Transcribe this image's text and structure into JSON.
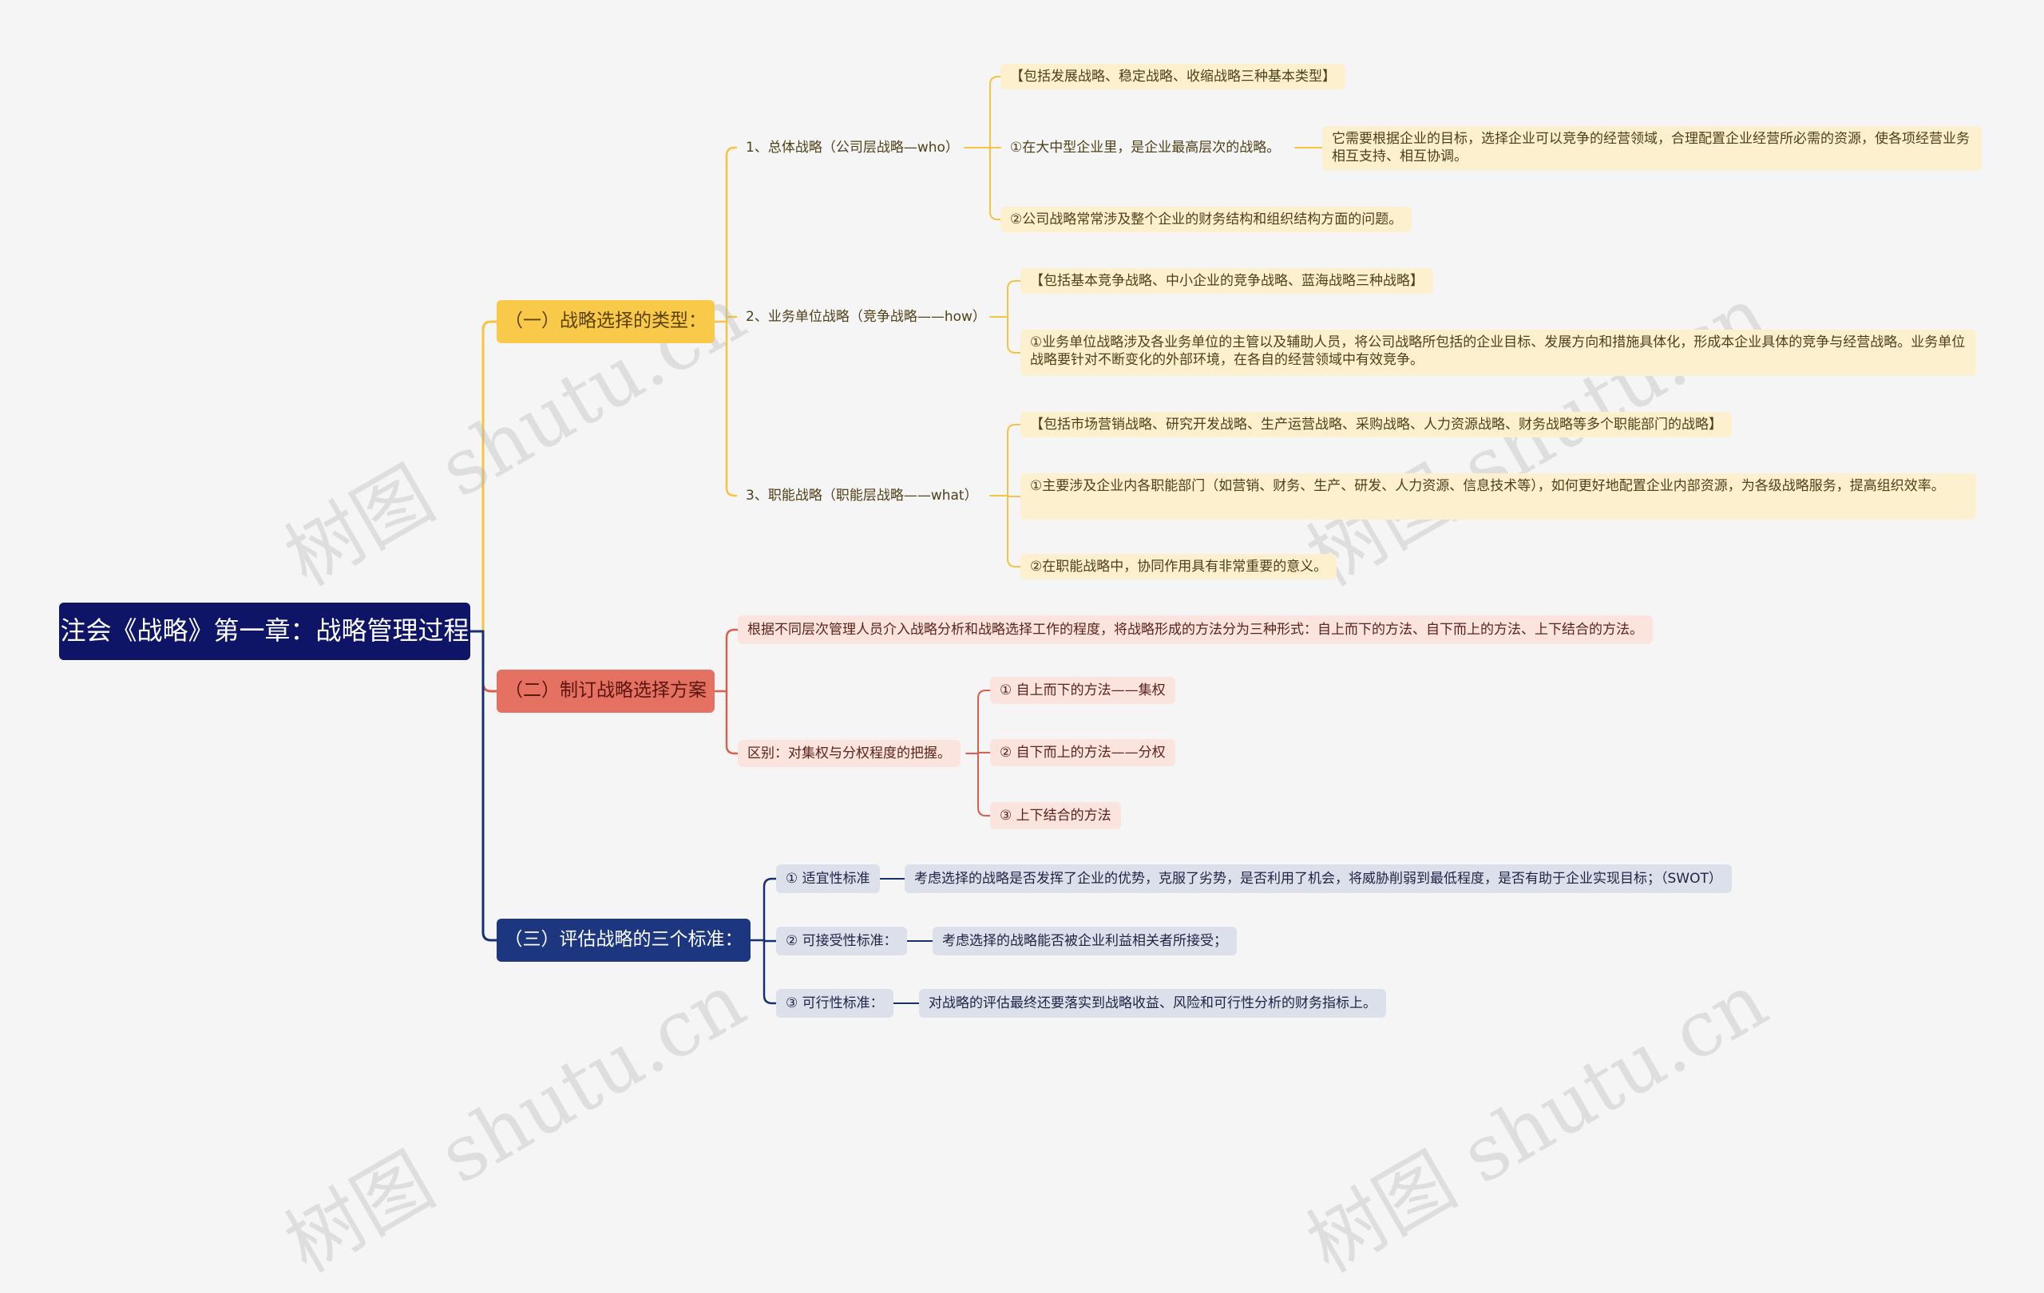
{
  "title": "注会《战略》第一章：战略管理过程",
  "watermark": "树图 shutu.cn",
  "colors": {
    "yellow": "#f6c441",
    "red": "#d9604f",
    "blue": "#17306e",
    "root": "#0e1466"
  },
  "branches": [
    {
      "label": "（一）战略选择的类型：",
      "items": [
        {
          "label": "1、总体战略（公司层战略—who）",
          "notes": [
            "【包括发展战略、稳定战略、收缩战略三种基本类型】",
            "①在大中型企业里，是企业最高层次的战略。",
            "它需要根据企业的目标，选择企业可以竞争的经营领域，合理配置企业经营所必需的资源，使各项经营业务相互支持、相互协调。",
            "②公司战略常常涉及整个企业的财务结构和组织结构方面的问题。"
          ]
        },
        {
          "label": "2、业务单位战略（竞争战略——how）",
          "notes": [
            "【包括基本竞争战略、中小企业的竞争战略、蓝海战略三种战略】",
            "①业务单位战略涉及各业务单位的主管以及辅助人员，将公司战略所包括的企业目标、发展方向和措施具体化，形成本企业具体的竞争与经营战略。业务单位战略要针对不断变化的外部环境，在各自的经营领域中有效竞争。"
          ]
        },
        {
          "label": "3、职能战略（职能层战略——what）",
          "notes": [
            "【包括市场营销战略、研究开发战略、生产运营战略、采购战略、人力资源战略、财务战略等多个职能部门的战略】",
            "①主要涉及企业内各职能部门（如营销、财务、生产、研发、人力资源、信息技术等），如何更好地配置企业内部资源，为各级战略服务，提高组织效率。",
            "②在职能战略中，协同作用具有非常重要的意义。"
          ]
        }
      ]
    },
    {
      "label": "（二）制订战略选择方案",
      "items": [
        {
          "label": "根据不同层次管理人员介入战略分析和战略选择工作的程度，将战略形成的方法分为三种形式：自上而下的方法、自下而上的方法、上下结合的方法。"
        },
        {
          "label": "区别：对集权与分权程度的把握。",
          "notes": [
            "① 自上而下的方法——集权",
            "② 自下而上的方法——分权",
            "③ 上下结合的方法"
          ]
        }
      ]
    },
    {
      "label": "（三）评估战略的三个标准：",
      "items": [
        {
          "label": "① 适宜性标准",
          "note": "考虑选择的战略是否发挥了企业的优势，克服了劣势，是否利用了机会，将威胁削弱到最低程度，是否有助于企业实现目标；（SWOT）"
        },
        {
          "label": "② 可接受性标准：",
          "note": "考虑选择的战略能否被企业利益相关者所接受；"
        },
        {
          "label": "③ 可行性标准：",
          "note": "对战略的评估最终还要落实到战略收益、风险和可行性分析的财务指标上。"
        }
      ]
    }
  ]
}
